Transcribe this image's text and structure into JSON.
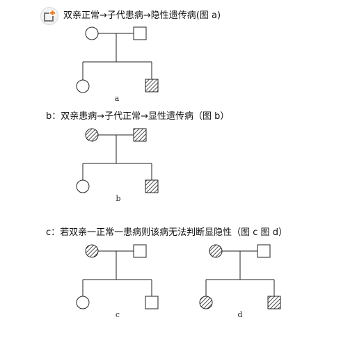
{
  "headings": {
    "a": "双亲正常→子代患病→隐性遗传病(图 a)",
    "b": "b：双亲患病→子代正常→显性遗传病（图 b）",
    "c": "c：若双亲一正常一患病则该病无法判断显隐性（图 c 图 d）"
  },
  "pedigrees": [
    {
      "label": "a",
      "mother": "unaffected",
      "father": "unaffected",
      "daughter": "unaffected",
      "son": "affected"
    },
    {
      "label": "b",
      "mother": "affected",
      "father": "affected",
      "daughter": "unaffected",
      "son": "affected"
    },
    {
      "label": "c",
      "mother": "affected",
      "father": "unaffected",
      "daughter": "unaffected",
      "son": "unaffected"
    },
    {
      "label": "d",
      "mother": "affected",
      "father": "unaffected",
      "daughter": "affected",
      "son": "affected"
    }
  ],
  "icons": {
    "logo": "orange-plus-badge-icon"
  },
  "colors": {
    "line": "#222222",
    "accent": "#f07a22"
  }
}
